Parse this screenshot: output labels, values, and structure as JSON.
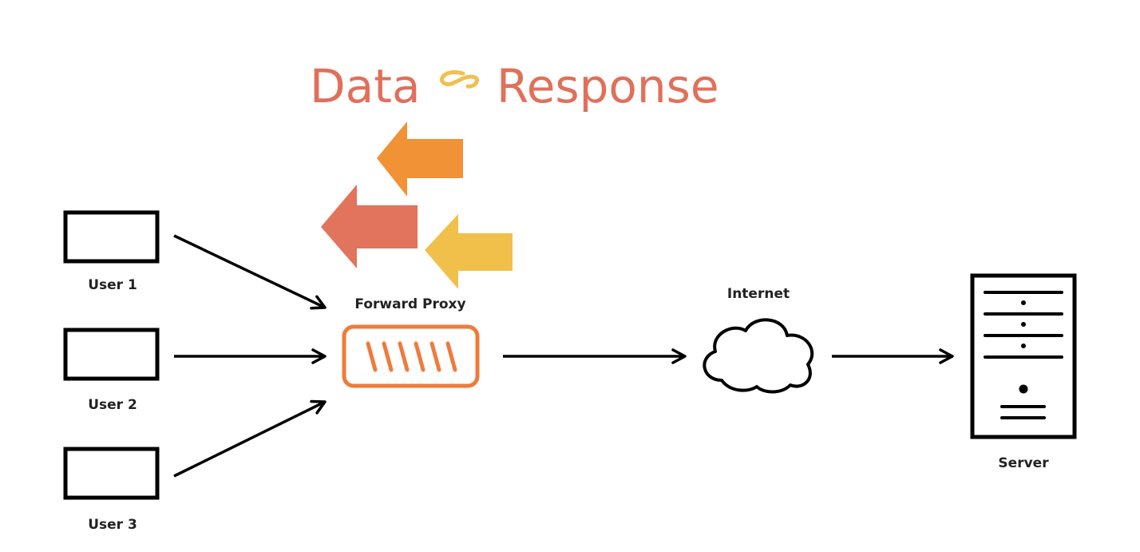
{
  "title": {
    "word1": "Data",
    "word2": "Response",
    "color_text": "#e0705a",
    "color_connector": "#f0c050"
  },
  "nodes": {
    "user1": "User 1",
    "user2": "User 2",
    "user3": "User 3",
    "proxy": "Forward Proxy",
    "internet": "Internet",
    "server": "Server"
  },
  "colors": {
    "proxy": "#ef7b3b",
    "arrow_orange": "#f09235",
    "arrow_red": "#e2735d",
    "arrow_yellow": "#f1c04b",
    "stroke": "#000000"
  },
  "icons": {
    "users": "monitor-icon",
    "proxy": "firewall-icon",
    "internet": "cloud-icon",
    "server": "server-icon"
  }
}
